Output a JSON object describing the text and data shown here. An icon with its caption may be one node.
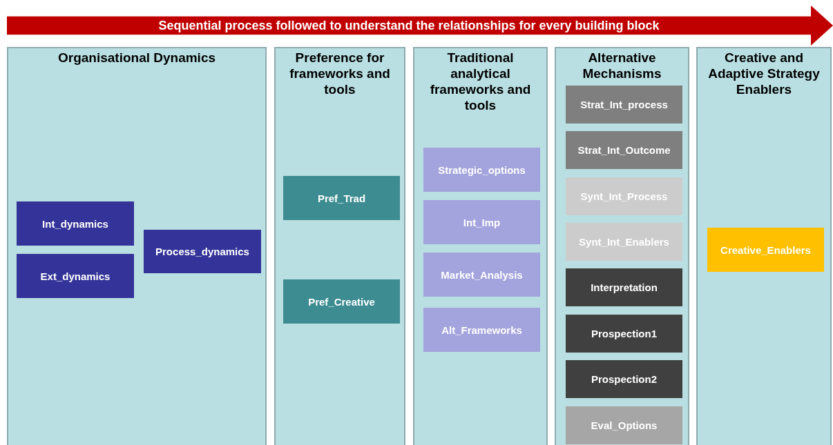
{
  "diagram": {
    "nodes": [
      {
        "text": [
          "Sequential process followed to understand the relationships for every building block"
        ]
      },
      {
        "text": [
          "Organisational Dynamics"
        ]
      },
      {
        "text": [
          "Int_dynamics"
        ],
        "in": 1
      },
      {
        "text": [
          "Ext_dynamics"
        ],
        "in": 1
      },
      {
        "text": [
          "Process_dynamics"
        ],
        "in": 1
      },
      {
        "text": [
          "Preference for frameworks and tools"
        ]
      },
      {
        "text": [
          "Pref_Trad"
        ],
        "in": 5
      },
      {
        "text": [
          "Pref_Creative"
        ],
        "in": 5
      },
      {
        "text": [
          "Traditional analytical frameworks and tools"
        ]
      },
      {
        "text": [
          "Strategic_options"
        ],
        "in": 8
      },
      {
        "text": [
          "Int_Imp"
        ],
        "in": 8
      },
      {
        "text": [
          "Market_Analysis"
        ],
        "in": 8
      },
      {
        "text": [
          "Alt_Frameworks"
        ],
        "in": 8
      },
      {
        "text": [
          "Alternative Mechanisms"
        ]
      },
      {
        "text": [
          "Strat_Int_process"
        ],
        "in": 13
      },
      {
        "text": [
          "Strat_Int_Outcome"
        ],
        "in": 13
      },
      {
        "text": [
          "Synt_Int_Process"
        ],
        "in": 13
      },
      {
        "text": [
          "Synt_Int_Enablers"
        ],
        "in": 13
      },
      {
        "text": [
          "Interpretation"
        ],
        "in": 13
      },
      {
        "text": [
          "Prospection1"
        ],
        "in": 13
      },
      {
        "text": [
          "Prospection2"
        ],
        "in": 13
      },
      {
        "text": [
          "Eval_Options"
        ],
        "in": 13
      },
      {
        "text": [
          "Creative and Adaptive Strategy Enablers"
        ]
      },
      {
        "text": [
          "Creative_Enablers"
        ],
        "in": 22
      }
    ]
  }
}
